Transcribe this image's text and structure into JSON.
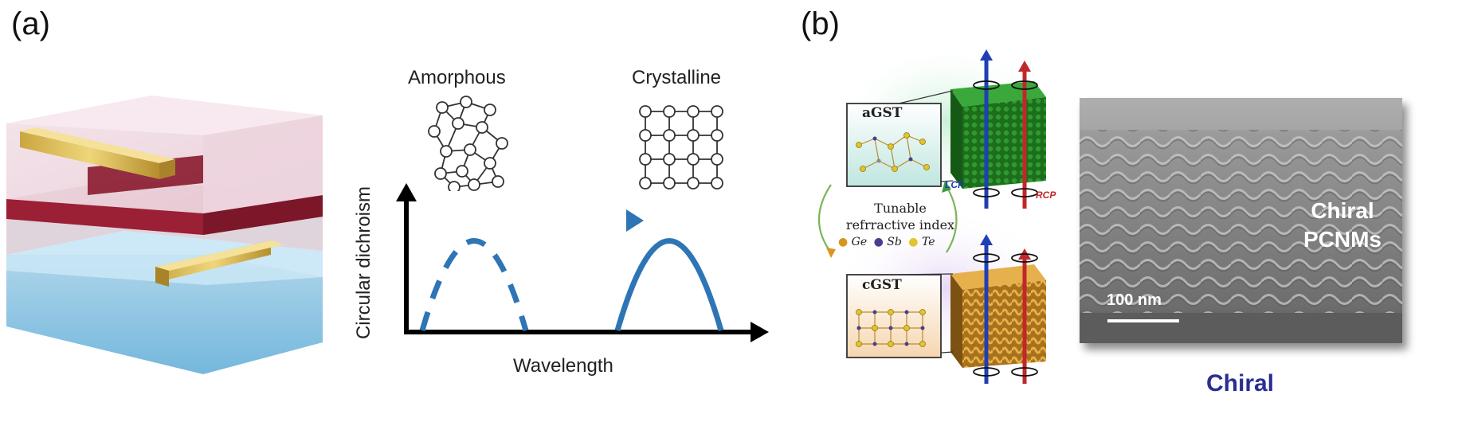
{
  "labels": {
    "panel_a": "(a)",
    "panel_b": "(b)"
  },
  "phases": {
    "amorphous": "Amorphous",
    "crystalline": "Crystalline"
  },
  "axes": {
    "ylabel": "Circular dichroism",
    "xlabel": "Wavelength"
  },
  "panel_b": {
    "agst": "aGST",
    "cgst": "cGST",
    "tunable_line1": "Tunable",
    "tunable_line2": "refrractive index",
    "elements": [
      "Ge",
      "Sb",
      "Te"
    ],
    "lcp": "LCP",
    "rcp": "RCP",
    "sem_label_line1": "Chiral",
    "sem_label_line2": "PCNMs",
    "scale_bar": "100 nm",
    "caption": "Chiral"
  },
  "colors": {
    "curve_blue": "#2e75b6",
    "gst_amorphous": "#1e7a1e",
    "gst_crystalline": "#c98a1a",
    "lcp_blue": "#1f3fb5",
    "rcp_red": "#c0282a",
    "caption_blue": "#2a2f8f"
  }
}
